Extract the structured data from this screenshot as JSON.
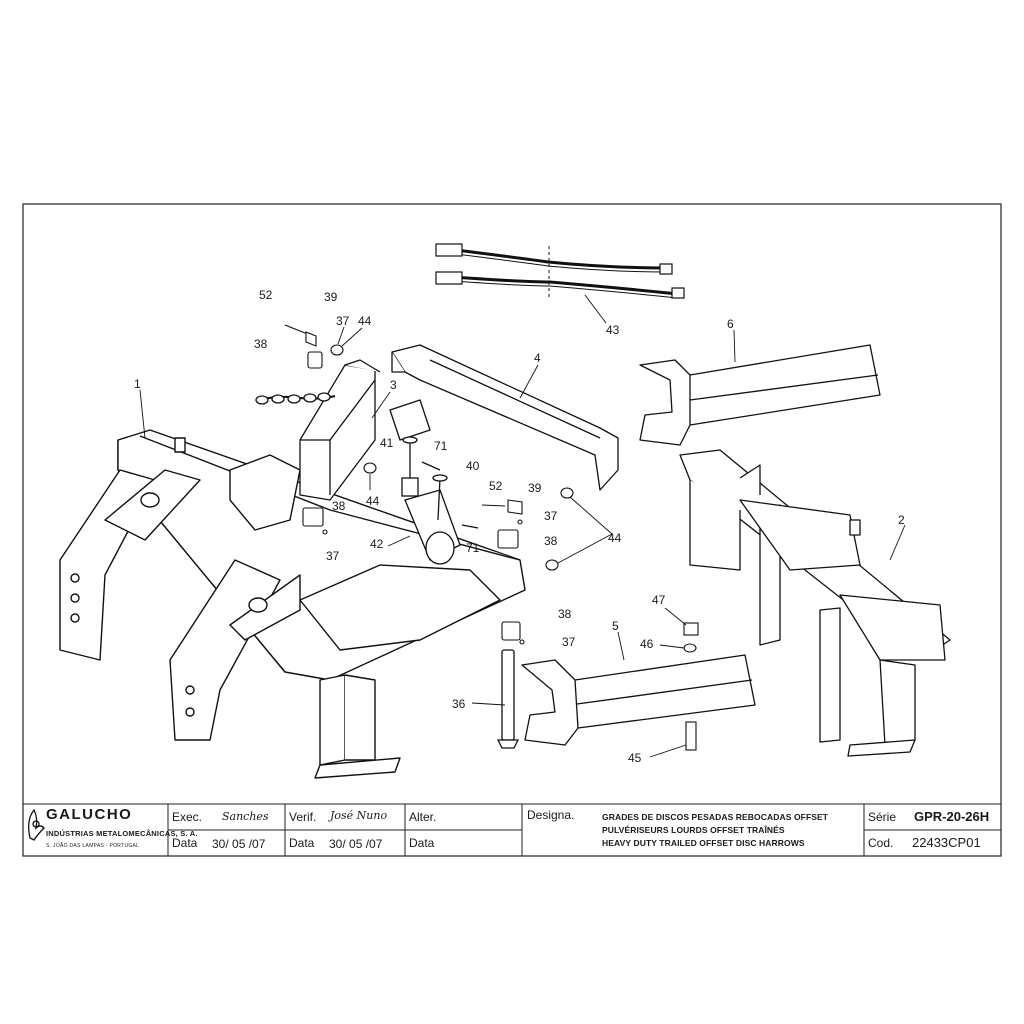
{
  "callouts": [
    "1",
    "2",
    "3",
    "4",
    "5",
    "6",
    "36",
    "37",
    "37",
    "37",
    "37",
    "38",
    "38",
    "38",
    "38",
    "39",
    "39",
    "40",
    "41",
    "42",
    "43",
    "44",
    "44",
    "44",
    "45",
    "46",
    "47",
    "52",
    "52",
    "71",
    "71"
  ],
  "title_block": {
    "company": "GALUCHO",
    "company_sub": "INDÚSTRIAS METALOMECÂNICAS, S. A.",
    "company_address": "S. JOÃO DAS LAMPAS  -  PORTUGAL",
    "exec_label": "Exec.",
    "exec_signature": "Sanches",
    "verif_label": "Verif.",
    "verif_signature": "José Nuno",
    "alter_label": "Alter.",
    "data_label": "Data",
    "exec_date": "30/ 05 /07",
    "verif_date": "30/ 05 /07",
    "designa_label": "Designa.",
    "designation": [
      "GRADES DE DISCOS PESADAS REBOCADAS OFFSET",
      "PULVÉRISEURS LOURDS OFFSET TRAÎNÉS",
      "HEAVY DUTY TRAILED OFFSET DISC HARROWS"
    ],
    "serie_label": "Série",
    "serie_value": "GPR-20-26H",
    "cod_label": "Cod.",
    "cod_value": "22433CP01"
  }
}
